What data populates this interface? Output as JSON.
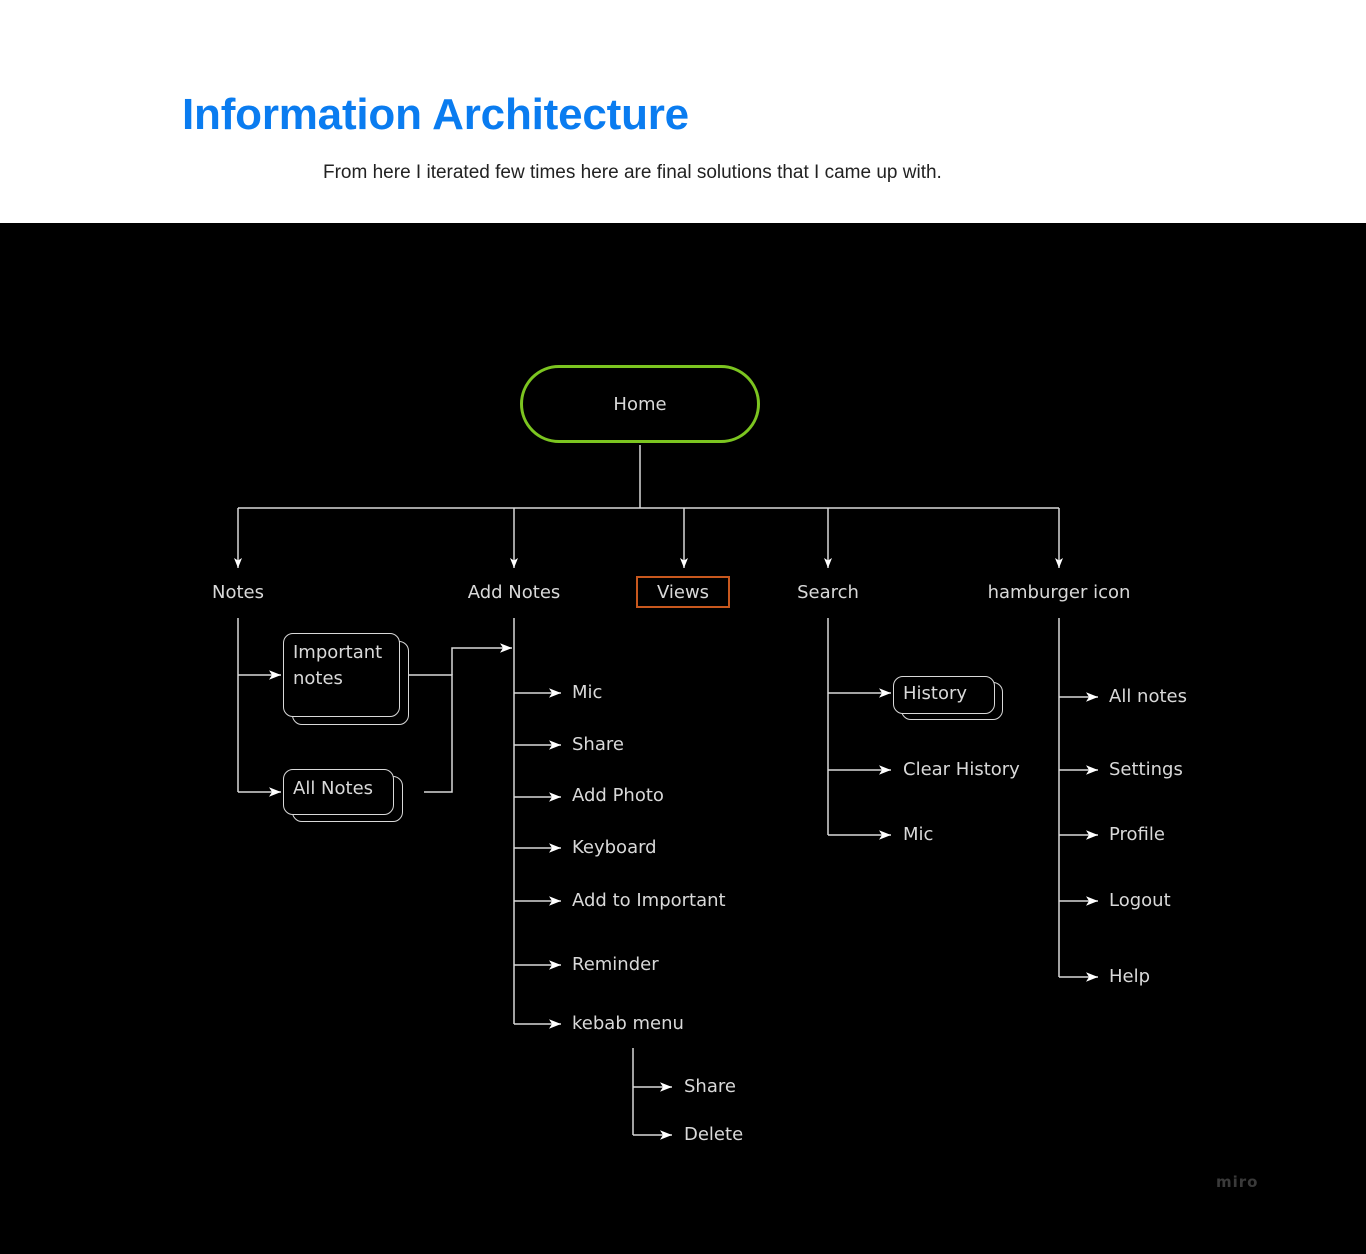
{
  "header": {
    "title": "Information Architecture",
    "subtitle": "From here I iterated few times here are final solutions that I came up with."
  },
  "diagram": {
    "root": "Home",
    "notes": {
      "label": "Notes",
      "children": [
        "Important notes",
        "All Notes"
      ]
    },
    "add_notes": {
      "label": "Add Notes",
      "children": [
        "Mic",
        "Share",
        "Add Photo",
        "Keyboard",
        "Add to Important",
        "Reminder",
        "kebab menu"
      ],
      "kebab_children": [
        "Share",
        "Delete"
      ]
    },
    "views": {
      "label": "Views"
    },
    "search": {
      "label": "Search",
      "children": [
        "History",
        "Clear History",
        "Mic"
      ]
    },
    "hamburger": {
      "label": "hamburger icon",
      "children": [
        "All notes",
        "Settings",
        "Profile",
        "Logout",
        "Help"
      ]
    }
  },
  "watermark": "miro",
  "colors": {
    "title": "#0a7cf0",
    "board": "#000000",
    "line": "#d9d9d9",
    "home_border": "#7cc520",
    "views_border": "#c8581e"
  }
}
